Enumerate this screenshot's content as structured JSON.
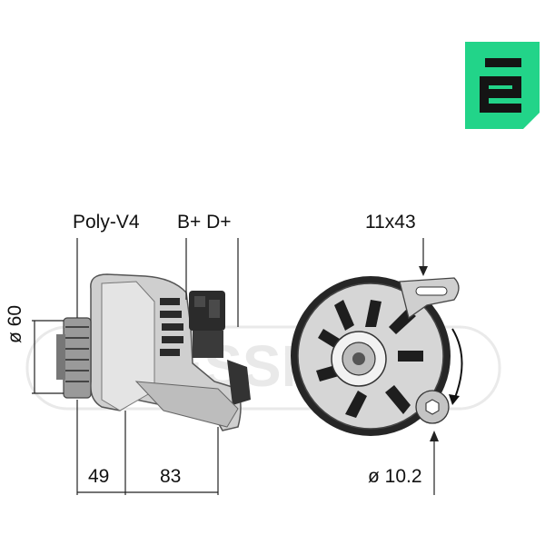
{
  "labels": {
    "belt": "Poly-V4",
    "terminals": "B+ D+",
    "bolt_size": "11x43",
    "pulley_diameter": "ø 60",
    "dim_front": "49",
    "dim_body": "83",
    "mount_hole": "ø 10.2"
  },
  "watermark": "MESSMER",
  "colors": {
    "badge_green": "#22d489",
    "badge_dark": "#141414",
    "line": "#222222"
  },
  "icons": {
    "logo": "era-logo-icon",
    "rotation": "rotation-arrow-icon"
  }
}
